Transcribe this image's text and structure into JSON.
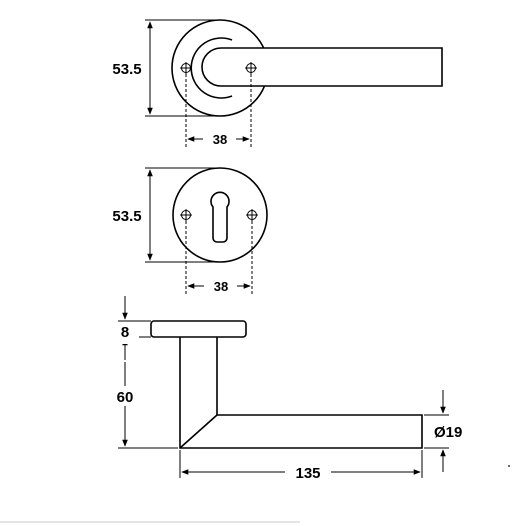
{
  "top_view": {
    "height_label": "53.5",
    "width_label": "38"
  },
  "escutcheon_view": {
    "height_label": "53.5",
    "width_label": "38"
  },
  "side_view": {
    "rose_thickness_label": "8",
    "neck_height_label": "60",
    "length_label": "135",
    "diameter_label": "Ø19"
  },
  "colors": {
    "line": "#000000",
    "background": "#ffffff"
  }
}
